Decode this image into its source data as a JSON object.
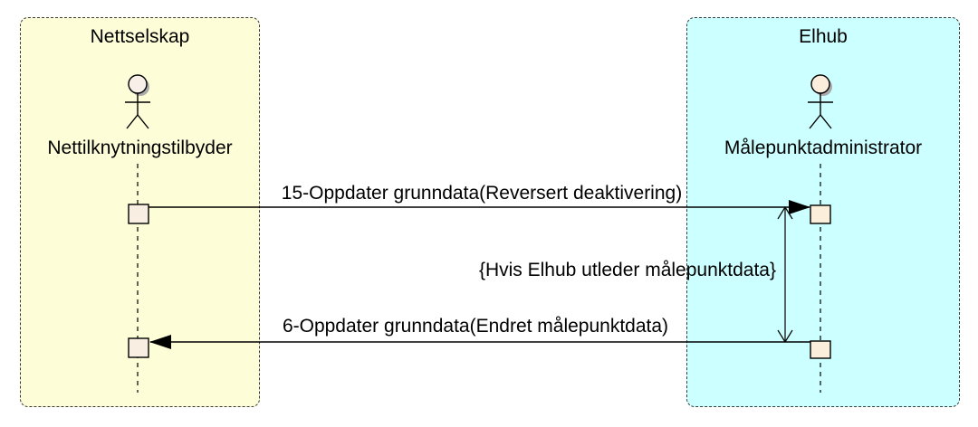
{
  "diagram": {
    "type": "uml-sequence-diagram",
    "participants": [
      {
        "title": "Nettselskap",
        "actor_label": "Nettilknytningstilbyder",
        "fill": "#FDFDD8"
      },
      {
        "title": "Elhub",
        "actor_label": "Målepunktadministrator",
        "fill": "#CCFFFF"
      }
    ],
    "messages": [
      {
        "label": "15-Oppdater grunndata(Reversert deaktivering)",
        "from": "Nettilknytningstilbyder",
        "to": "Målepunktadministrator",
        "direction": "right"
      },
      {
        "label": "6-Oppdater grunndata(Endret målepunktdata)",
        "from": "Målepunktadministrator",
        "to": "Nettilknytningstilbyder",
        "direction": "left"
      }
    ],
    "condition": "{Hvis Elhub utleder målepunktdata}",
    "colors": {
      "participant_yellow_fill": "#FDFDD8",
      "participant_cyan_fill": "#CCFFFF",
      "activation_fill": "#F8EFE2",
      "actor_head_fill_left": "#F8F0E8",
      "actor_head_fill_right": "#FCEEDC",
      "line_color": "#000000"
    }
  }
}
